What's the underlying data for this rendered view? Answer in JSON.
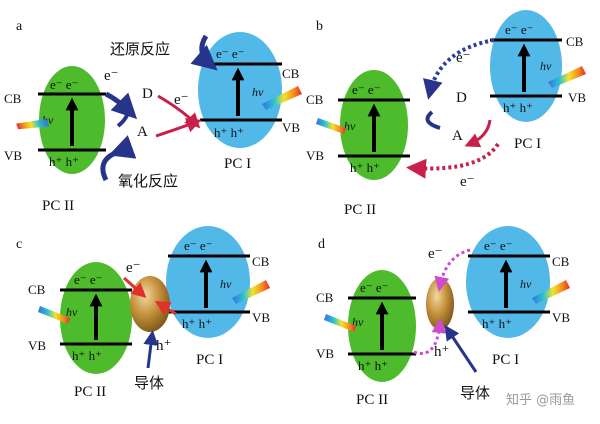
{
  "panels": {
    "a": {
      "letter": "a",
      "reduction": "还原反应",
      "oxidation": "氧化反应",
      "electron": "e⁻",
      "D": "D",
      "A": "A"
    },
    "b": {
      "letter": "b",
      "electron": "e⁻",
      "D": "D",
      "A": "A"
    },
    "c": {
      "letter": "c",
      "electron": "e⁻",
      "hole": "h⁺",
      "conductor": "导体"
    },
    "d": {
      "letter": "d",
      "electron": "e⁻",
      "hole": "h⁺",
      "conductor": "导体"
    }
  },
  "common": {
    "pc1": "PC I",
    "pc2": "PC II",
    "cb": "CB",
    "vb": "VB",
    "electrons": "e⁻ e⁻",
    "holes": "h⁺ h⁺",
    "hv": "hν"
  },
  "watermark": "知乎 @雨鱼",
  "colors": {
    "green": "#4dbb2c",
    "blue": "#52b8e8",
    "navy": "#26358a",
    "crimson": "#c8204a",
    "magenta": "#d04ad0",
    "gold": "#b98a30"
  }
}
